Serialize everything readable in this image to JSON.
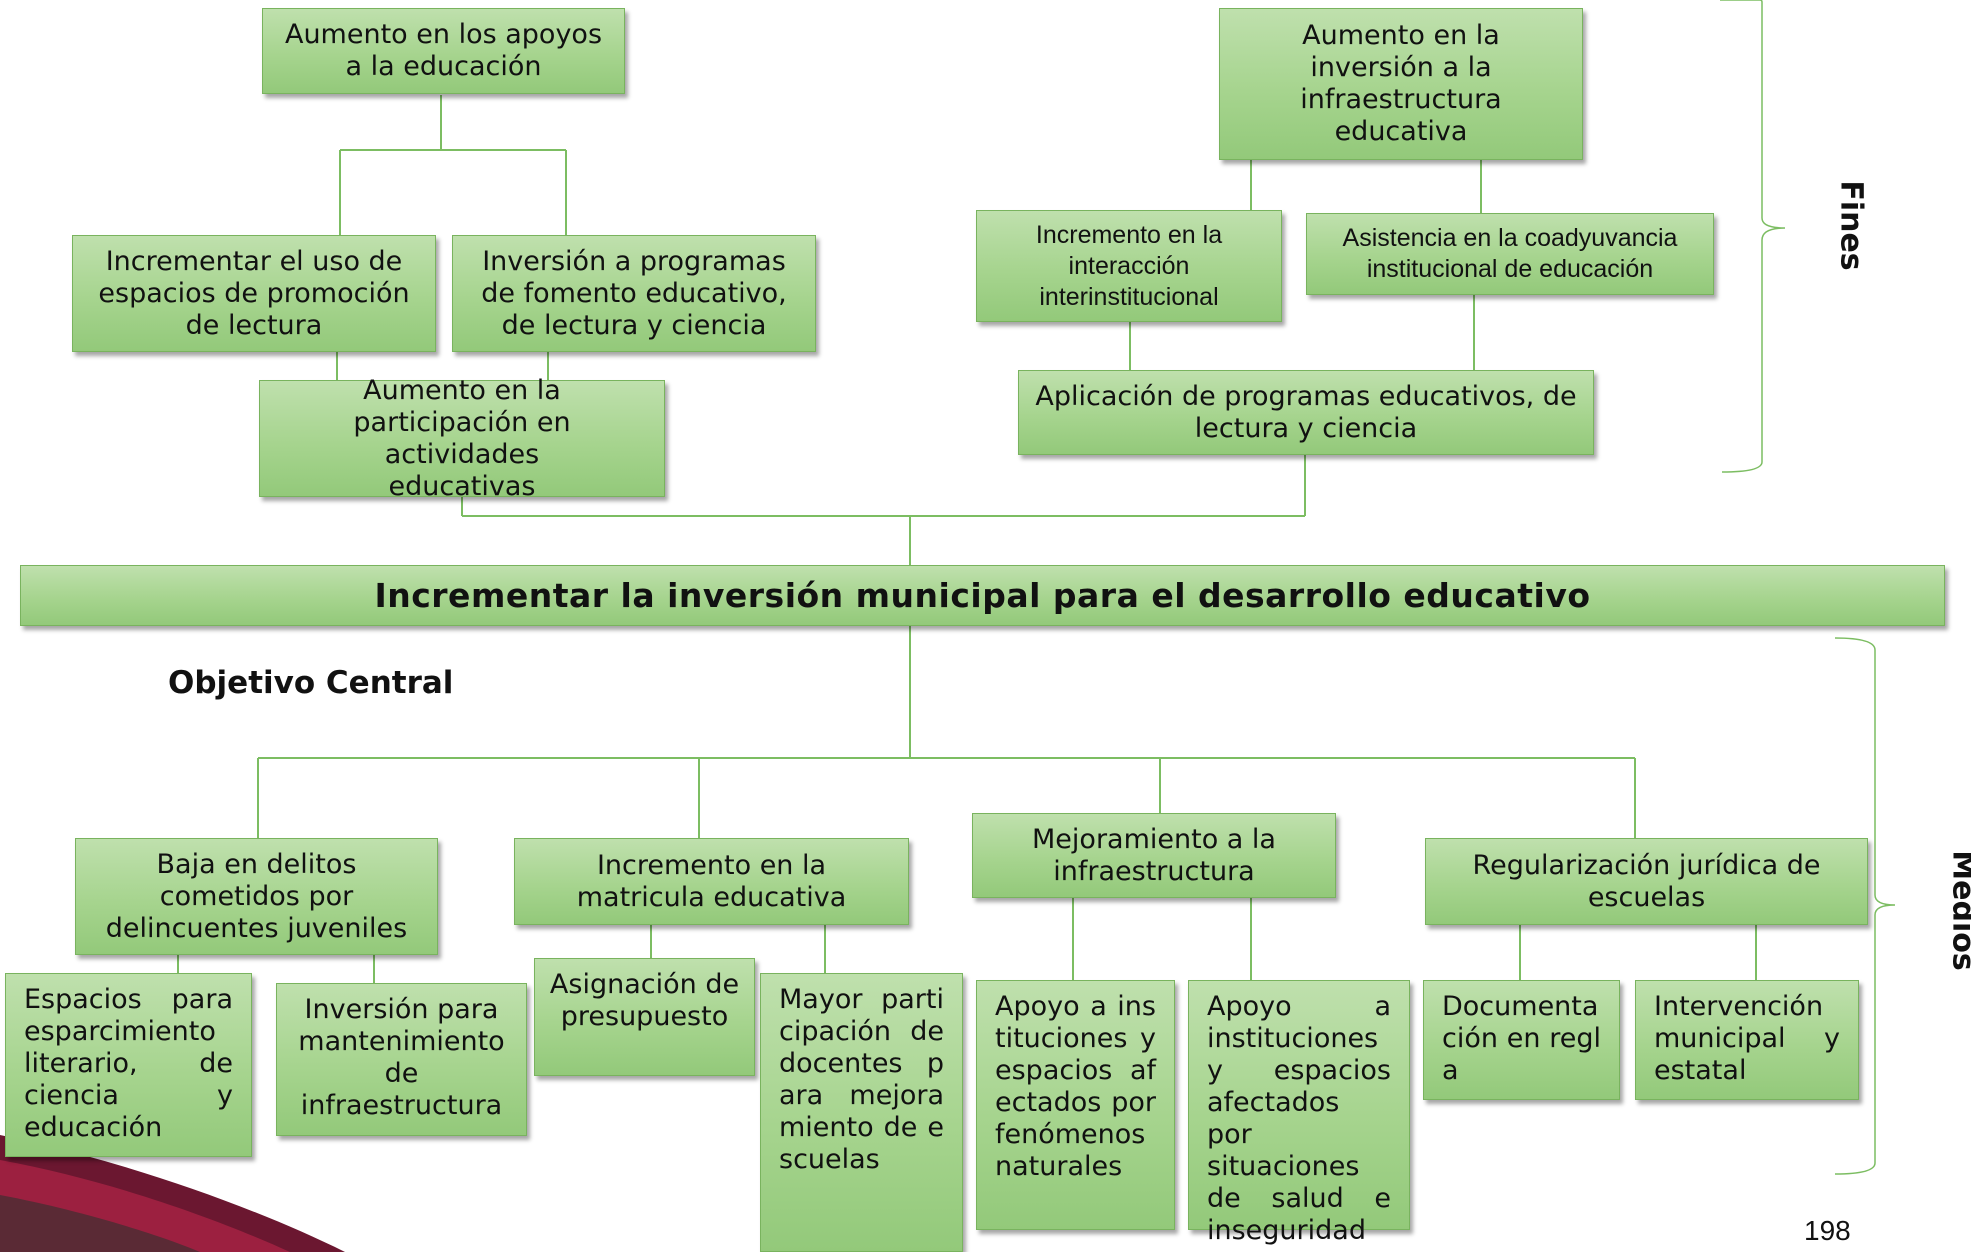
{
  "central": {
    "objective": "Incrementar la inversión municipal para el desarrollo educativo",
    "label": "Objetivo Central"
  },
  "side_labels": {
    "fines": "Fines",
    "medios": "Medios"
  },
  "fines": {
    "top_left": "Aumento en los apoyos a la educación",
    "top_right": "Aumento en la inversión a la infraestructura educativa",
    "mid_left_1": "Incrementar el uso de espacios de promoción de lectura",
    "mid_left_2": "Inversión a programas de fomento educativo, de lectura y ciencia",
    "mid_right_1": "Incremento en la interacción interinstitucional",
    "mid_right_2": "Asistencia en la coadyuvancia institucional de educación",
    "low_left": "Aumento en la participación en actividades educativas",
    "low_right": "Aplicación de programas educativos, de lectura y ciencia"
  },
  "medios": {
    "level1": [
      "Baja en delitos cometidos por delincuentes juveniles",
      "Incremento en la matricula educativa",
      "Mejoramiento a la infraestructura",
      "Regularización jurídica de escuelas"
    ],
    "level2": [
      "Espacios para esparcimiento literario, de ciencia y educación",
      "Inversión para mantenimiento de infraestructura",
      "Asignación de presupuesto",
      "Mayor participación de docentes para mejoramiento de escuelas",
      "Apoyo a instituciones y espacios afectados por fenómenos naturales",
      "Apoyo a instituciones y espacios afectados por situaciones de salud e inseguridad",
      "Documentación en regla",
      "Intervención municipal y estatal"
    ]
  },
  "page_number": "198",
  "colors": {
    "box_fill": "#a6d48e",
    "box_border": "#79b35e",
    "connector": "#7cbd62",
    "decoration": "#8a1c3a"
  }
}
